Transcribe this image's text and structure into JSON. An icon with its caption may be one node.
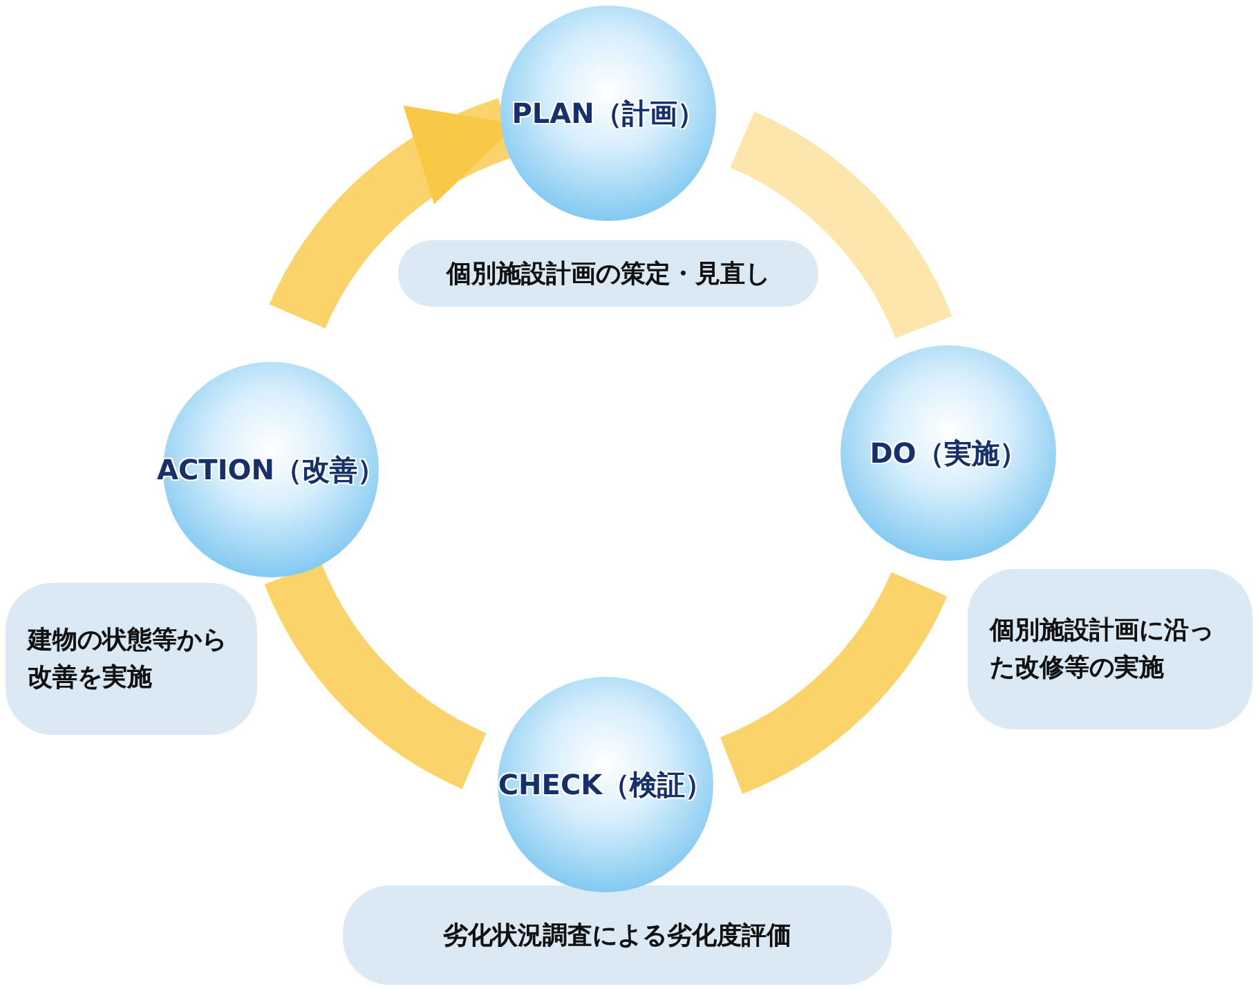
{
  "diagram": {
    "nodes": [
      {
        "text": [
          "PLAN（計画）"
        ]
      },
      {
        "text": [
          "個別施設計画の策定・見直し"
        ]
      },
      {
        "text": [
          "DO（実施）"
        ]
      },
      {
        "text": [
          "個別施設計画に沿った改修等の実施"
        ]
      },
      {
        "text": [
          "CHECK（検証）"
        ]
      },
      {
        "text": [
          "劣化状況調査による劣化度評価"
        ]
      },
      {
        "text": [
          "ACTION（改善）"
        ]
      },
      {
        "text": [
          "建物の状態等から改善を実施"
        ]
      }
    ],
    "edges": [
      {
        "from": 0,
        "to": 2,
        "arrow": "none"
      },
      {
        "from": 2,
        "to": 4,
        "arrow": "none"
      },
      {
        "from": 4,
        "to": 6,
        "arrow": "none"
      },
      {
        "from": 6,
        "to": 0,
        "arrow": "to"
      }
    ]
  }
}
